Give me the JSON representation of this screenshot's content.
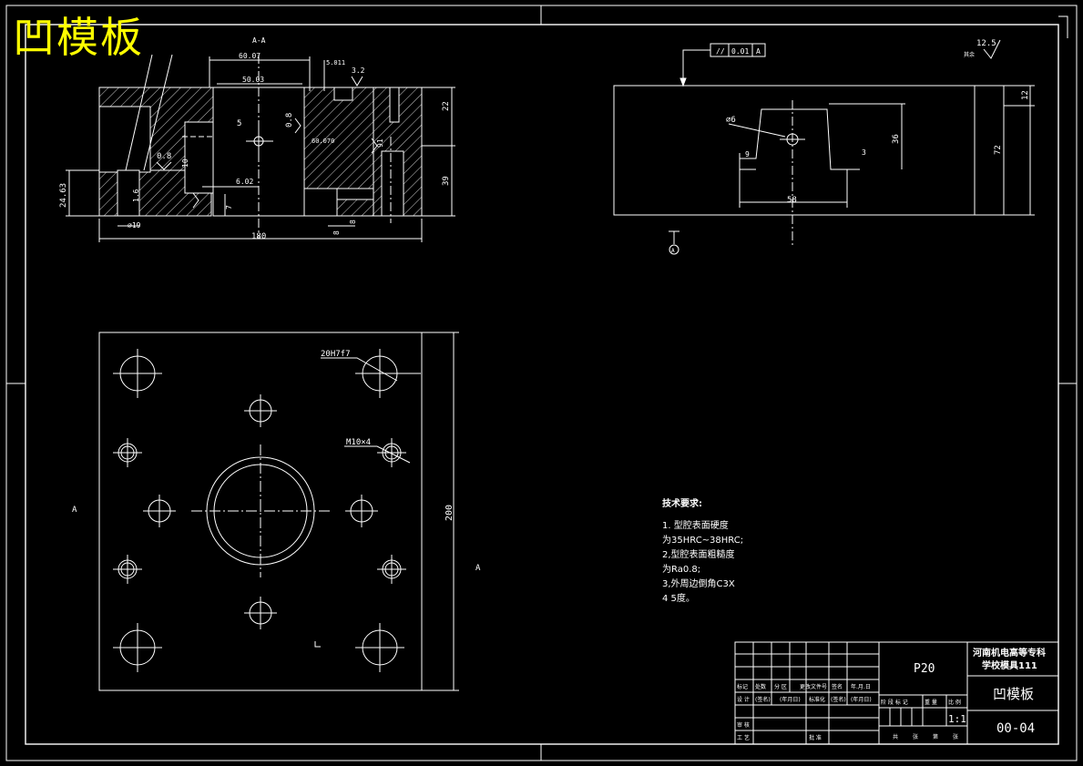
{
  "drawing_title": "凹模板",
  "section_label": "A-A",
  "section_view_marker": "A",
  "dims_section": {
    "d60_07": "60.07",
    "d50_03": "50.03",
    "d5_011": "5.011",
    "d3_2": "3.2",
    "d22": "22",
    "d39": "39",
    "d24_63": "24.63",
    "d180": "180",
    "d5": "5",
    "d0_8a": "0.8",
    "d0_8b": "0.8",
    "d60_070": "60.070",
    "d91": "91",
    "d6_02": "6.02",
    "d7": "7",
    "d19": "⌀19",
    "d1_6": "1.6",
    "d8": "8",
    "d10a": "10",
    "d8b": "8"
  },
  "dims_side": {
    "tolerance_symbol": "//",
    "tolerance_value": "0.01",
    "tolerance_datum": "A",
    "roughness": "12.5",
    "roughness_note": "其余",
    "d6": "⌀6",
    "d9": "9",
    "d36": "36",
    "d3": "3",
    "d58": "58",
    "d12": "12",
    "d72": "72",
    "datum": "A"
  },
  "dims_plan": {
    "hole_label": "20H7f7",
    "thread_label": "M10×4",
    "height": "200"
  },
  "tech_requirements": {
    "heading": "技术要求:",
    "lines": [
      "1. 型腔表面硬度",
      "为35HRC~38HRC;",
      "2,型腔表面粗糙度",
      "为Ra0.8;",
      "3,外周边倒角C3X",
      "4 5度。"
    ]
  },
  "title_block": {
    "code": "P20",
    "school_line1": "河南机电高等专科",
    "school_line2": "学校模具111",
    "part_name": "凹模板",
    "scale": "1:1",
    "drawing_no": "00-04",
    "row_labels": [
      "标记",
      "处数",
      "分 区",
      "更改文件号",
      "签名",
      "年.月.日"
    ],
    "design_row": [
      "设 计",
      "(签名)",
      "(年月日)",
      "标准化",
      "(签名)",
      "(年月日)"
    ],
    "stage_headers": [
      "阶 段 标 记",
      "重 量",
      "比 例"
    ],
    "review": "审 核",
    "process": "工 艺",
    "approve": "批 准",
    "sheets": [
      "共",
      "张",
      "第",
      "张"
    ]
  }
}
